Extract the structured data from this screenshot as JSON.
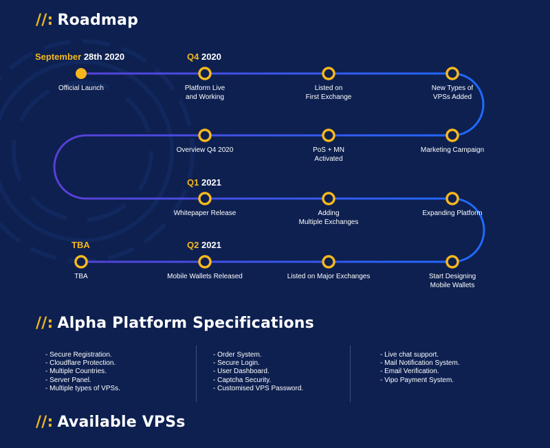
{
  "sections": {
    "roadmap": {
      "marker": "//:",
      "title": "Roadmap"
    },
    "specs": {
      "marker": "//:",
      "title": "Alpha Platform Specifications"
    },
    "vps": {
      "marker": "//:",
      "title": "Available VPSs"
    }
  },
  "dates": [
    {
      "highlight": "September",
      "rest": "28th 2020"
    },
    {
      "highlight": "Q4",
      "rest": "2020"
    },
    {
      "highlight": "Q1",
      "rest": "2021"
    },
    {
      "highlight": "TBA",
      "rest": ""
    },
    {
      "highlight": "Q2",
      "rest": "2021"
    }
  ],
  "milestones": [
    "Official Launch",
    "Platform Live\nand Working",
    "Listed on\nFirst Exchange",
    "New Types of\nVPSs Added",
    "Overview Q4 2020",
    "PoS + MN\nActivated",
    "Marketing Campaign",
    "Whitepaper Release",
    "Adding\nMultiple Exchanges",
    "Expanding Platform",
    "TBA",
    "Mobile Wallets Released",
    "Listed on Major Exchanges",
    "Start Designing\nMobile Wallets"
  ],
  "specs": {
    "col1": [
      "- Secure Registration.",
      "- Cloudflare Protection.",
      "- Multiple Countries.",
      "- Server Panel.",
      "- Multiple types of VPSs."
    ],
    "col2": [
      "- Order System.",
      "- Secure Login.",
      "- User Dashboard.",
      "- Captcha Security.",
      "- Customised VPS Password."
    ],
    "col3": [
      "- Live chat support.",
      "- Mail Notification System.",
      "- Email Verification.",
      "- Vipo Payment System."
    ]
  },
  "colors": {
    "background": "#0d2050",
    "accent": "#f6b81d",
    "path_start": "#5a3fd6",
    "path_end": "#1f6bff"
  }
}
